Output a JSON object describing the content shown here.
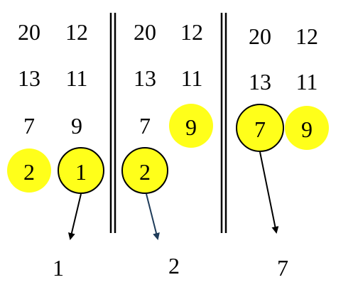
{
  "colors": {
    "highlight": "#ffff1a",
    "circle_stroke": "#000000",
    "arrow_black": "#000000",
    "arrow_blue": "#1f3c5a",
    "separator": "#000000"
  },
  "panels": [
    {
      "rows": [
        [
          "20",
          "12"
        ],
        [
          "13",
          "11"
        ],
        [
          "7",
          "9"
        ]
      ],
      "highlight_plain": "2",
      "highlight_circled": "1",
      "result": "1"
    },
    {
      "rows": [
        [
          "20",
          "12"
        ],
        [
          "13",
          "11"
        ],
        [
          "7",
          ""
        ]
      ],
      "highlight_plain": "9",
      "highlight_circled": "2",
      "result": "2"
    },
    {
      "rows": [
        [
          "20",
          "12"
        ],
        [
          "13",
          "11"
        ]
      ],
      "highlight_plain": "9",
      "highlight_circled": "7",
      "result": "7"
    }
  ]
}
